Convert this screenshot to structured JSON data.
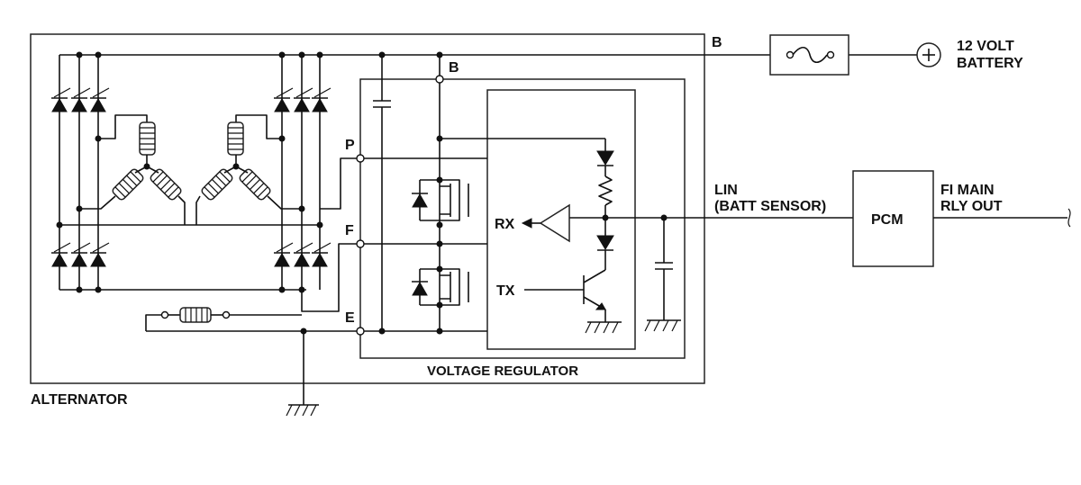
{
  "labels": {
    "terminal_b_outer": "B",
    "terminal_b_inner": "B",
    "terminal_p": "P",
    "terminal_f": "F",
    "terminal_e": "E",
    "battery_line1": "12 VOLT",
    "battery_line2": "BATTERY",
    "lin_line1": "LIN",
    "lin_line2": "(BATT SENSOR)",
    "pcm": "PCM",
    "fi_line1": "FI MAIN",
    "fi_line2": "RLY OUT",
    "rx": "RX",
    "tx": "TX",
    "voltage_regulator": "VOLTAGE REGULATOR",
    "alternator": "ALTERNATOR"
  },
  "colors": {
    "line": "#111111",
    "background": "#ffffff"
  },
  "icons": [
    "fuse-icon",
    "battery-plus-icon",
    "ground-icon",
    "diode-icon",
    "coil-icon",
    "capacitor-icon",
    "resistor-icon",
    "transistor-icon",
    "amplifier-icon"
  ]
}
